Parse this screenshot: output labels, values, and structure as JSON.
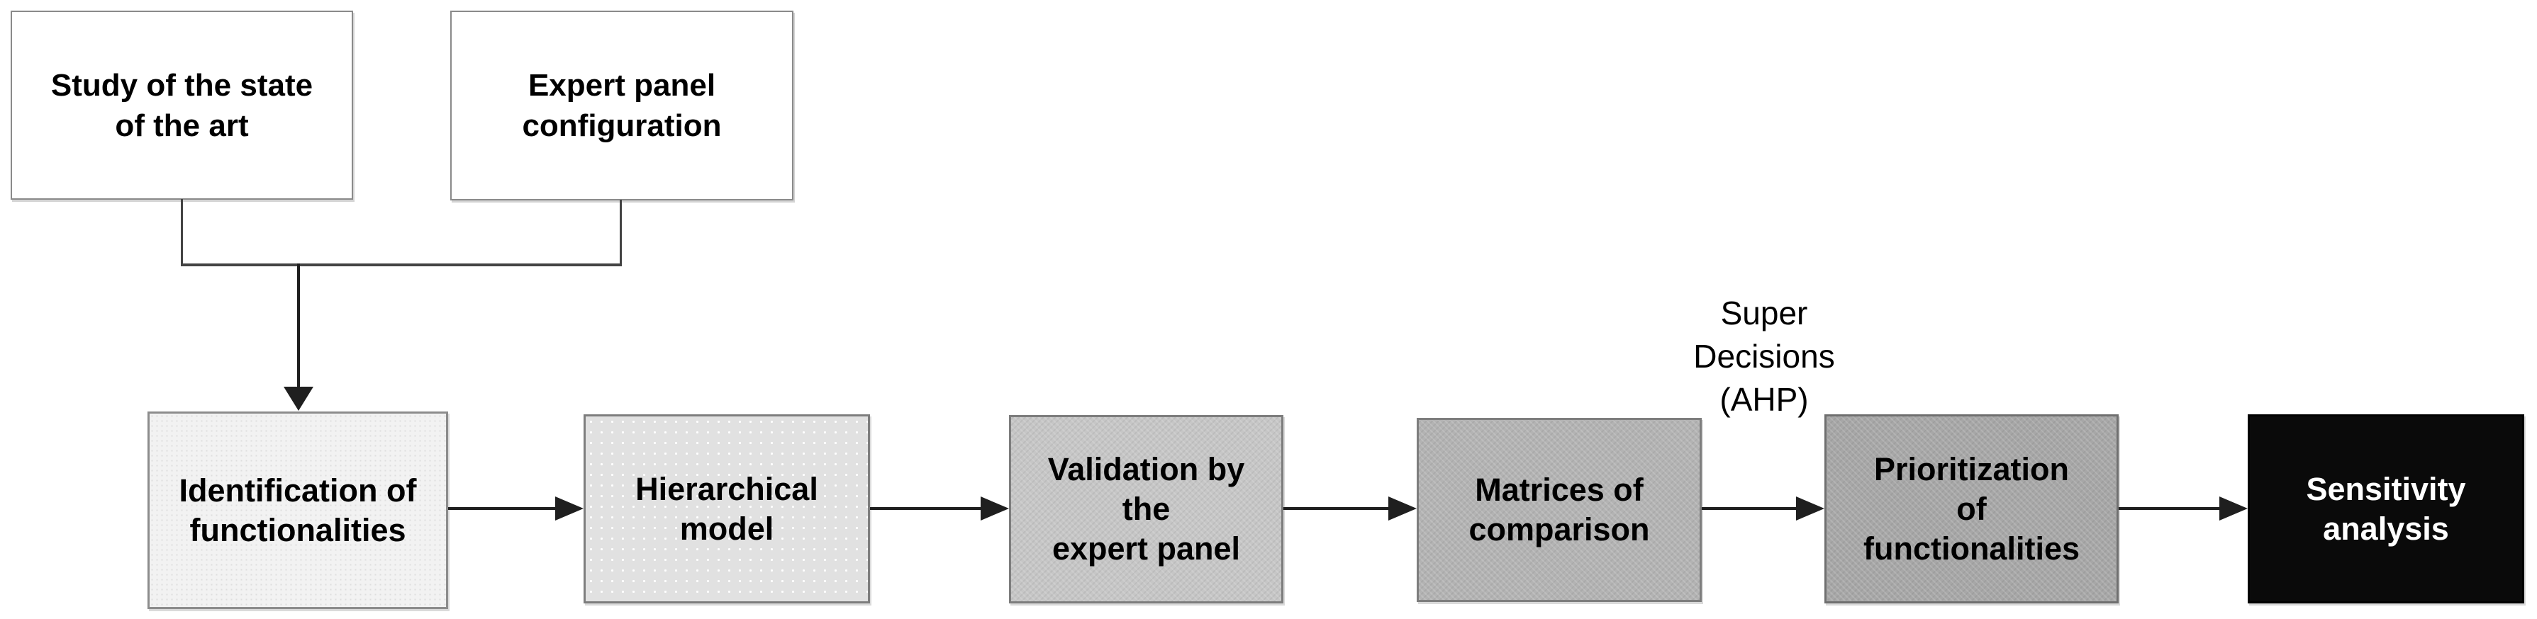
{
  "diagram": {
    "inputs": [
      {
        "lines": [
          "Study of the state",
          "of the art"
        ]
      },
      {
        "lines": [
          "Expert panel",
          "configuration"
        ]
      }
    ],
    "steps": [
      {
        "lines": [
          "Identification of",
          "functionalities"
        ],
        "fill": "#f2f2f2",
        "border": "#8c8c8c",
        "text_color": "#000000"
      },
      {
        "lines": [
          "Hierarchical",
          "model"
        ],
        "fill": "#e1e1e1",
        "border": "#7d7d7d",
        "text_color": "#000000"
      },
      {
        "lines": [
          "Validation by",
          "the",
          "expert panel"
        ],
        "fill": "#c6c6c6",
        "border": "#7d7d7d",
        "text_color": "#000000"
      },
      {
        "lines": [
          "Matrices of",
          "comparison"
        ],
        "fill": "#b3b3b3",
        "border": "#7d7d7d",
        "text_color": "#000000"
      },
      {
        "lines": [
          "Prioritization",
          "of",
          "functionalities"
        ],
        "fill": "#a7a7a7",
        "border": "#6f6f6f",
        "text_color": "#000000"
      },
      {
        "lines": [
          "Sensitivity",
          "analysis"
        ],
        "fill": "#0a0a0a",
        "border": "#000000",
        "text_color": "#ffffff"
      }
    ],
    "annotation": {
      "lines": [
        "Super",
        "Decisions",
        "(AHP)"
      ]
    },
    "colors": {
      "background": "#ffffff",
      "input_box_fill": "#ffffff",
      "connector_line": "#434343",
      "arrow_color": "#1f1f1f"
    }
  }
}
